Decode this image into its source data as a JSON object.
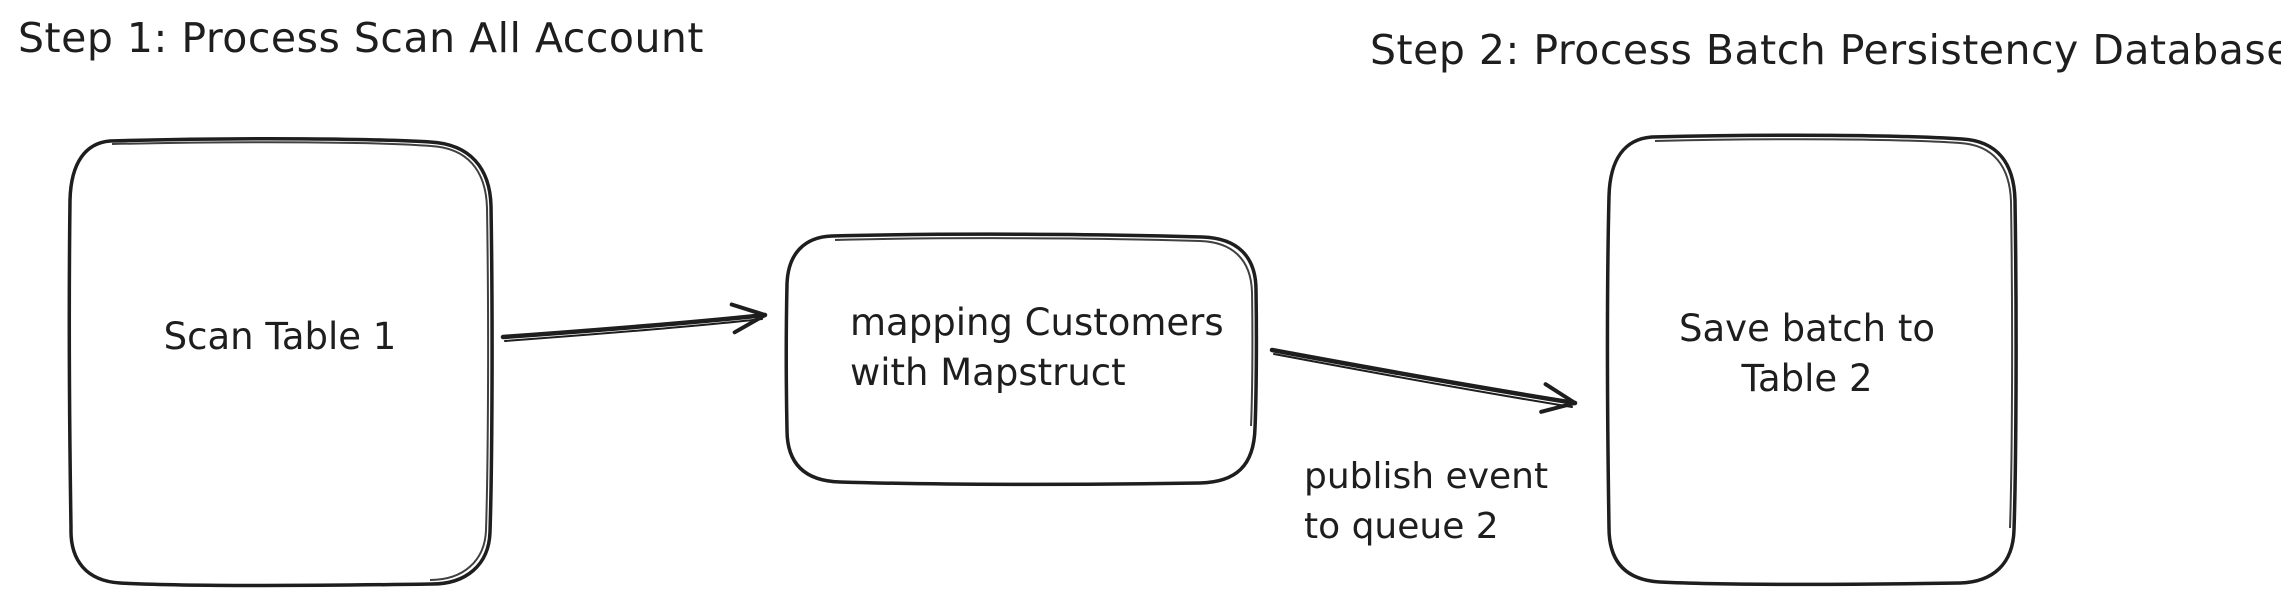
{
  "diagram": {
    "step1_title": "Step 1: Process Scan All Account",
    "step2_title": "Step 2: Process Batch Persistency Database",
    "nodes": [
      {
        "id": "scan",
        "label": "Scan Table 1"
      },
      {
        "id": "mapping",
        "label": "mapping Customers\nwith Mapstruct"
      },
      {
        "id": "save",
        "label": "Save batch to\nTable 2"
      }
    ],
    "edges": [
      {
        "from": "scan",
        "to": "mapping",
        "label": ""
      },
      {
        "from": "mapping",
        "to": "save",
        "label": "publish event\nto queue 2"
      }
    ]
  },
  "colors": {
    "stroke": "#1e1e1e",
    "background": "#ffffff"
  }
}
